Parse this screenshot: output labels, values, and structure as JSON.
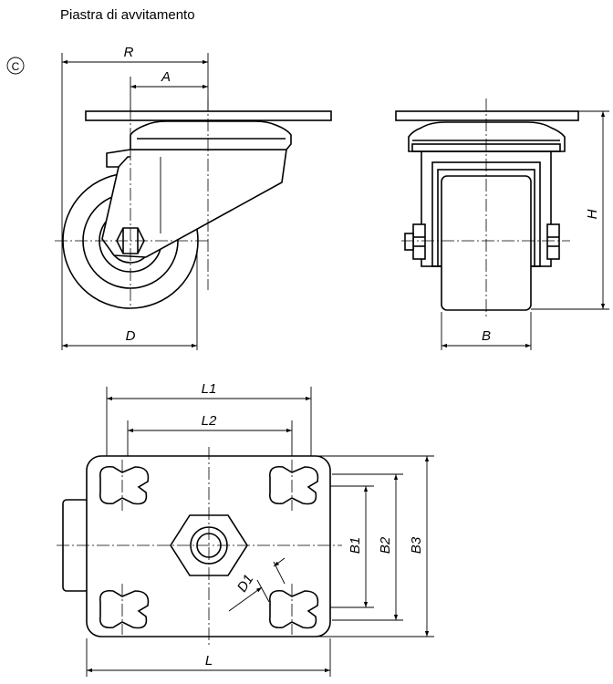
{
  "title": "Piastra di avvitamento",
  "variant_marker": "C",
  "dimensions": {
    "R": "R",
    "A": "A",
    "D": "D",
    "B": "B",
    "H": "H",
    "L1": "L1",
    "L2": "L2",
    "L": "L",
    "B1": "B1",
    "B2": "B2",
    "B3": "B3",
    "D1": "D1"
  }
}
